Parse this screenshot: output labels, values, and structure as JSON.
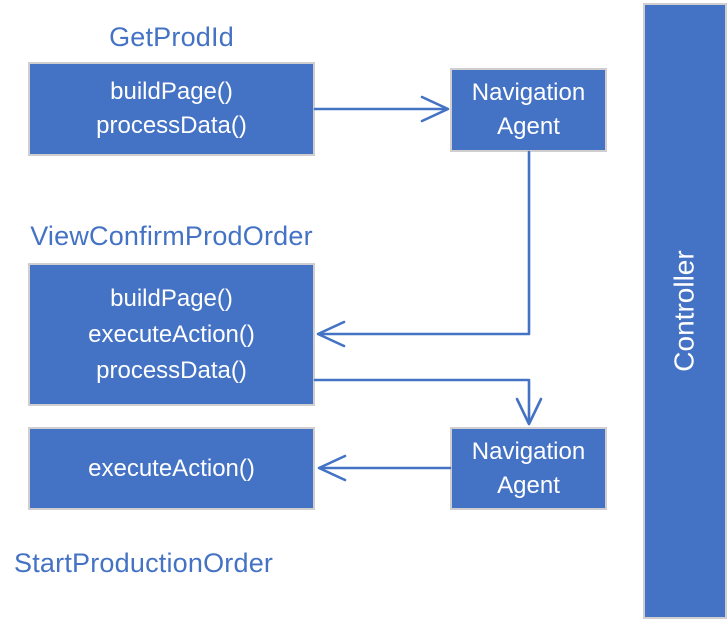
{
  "colors": {
    "accent_blue": "#4472c4",
    "box_border_gray": "#d0cece",
    "box_text": "#ffffff",
    "background": "#ffffff"
  },
  "titles": {
    "group1": "GetProdId",
    "group2": "ViewConfirmProdOrder",
    "group3": "StartProductionOrder"
  },
  "boxes": {
    "group1": {
      "methods": [
        "buildPage()",
        "processData()"
      ]
    },
    "group2": {
      "methods": [
        "buildPage()",
        "executeAction()",
        "processData()"
      ]
    },
    "group3": {
      "methods": [
        "executeAction()"
      ]
    }
  },
  "agents": {
    "agent1": "Navigation Agent",
    "agent2": "Navigation Agent"
  },
  "controller": {
    "label": "Controller"
  },
  "connections": [
    {
      "from": "getprodid-box",
      "to": "navigation-agent-1",
      "style": "straight-arrow-right"
    },
    {
      "from": "navigation-agent-1",
      "to": "viewconfirmprodorder-box",
      "style": "elbow-arrow-left"
    },
    {
      "from": "viewconfirmprodorder-box",
      "to": "navigation-agent-2",
      "style": "elbow-arrow-down"
    },
    {
      "from": "navigation-agent-2",
      "to": "startproductionorder-box",
      "style": "straight-arrow-left"
    }
  ]
}
